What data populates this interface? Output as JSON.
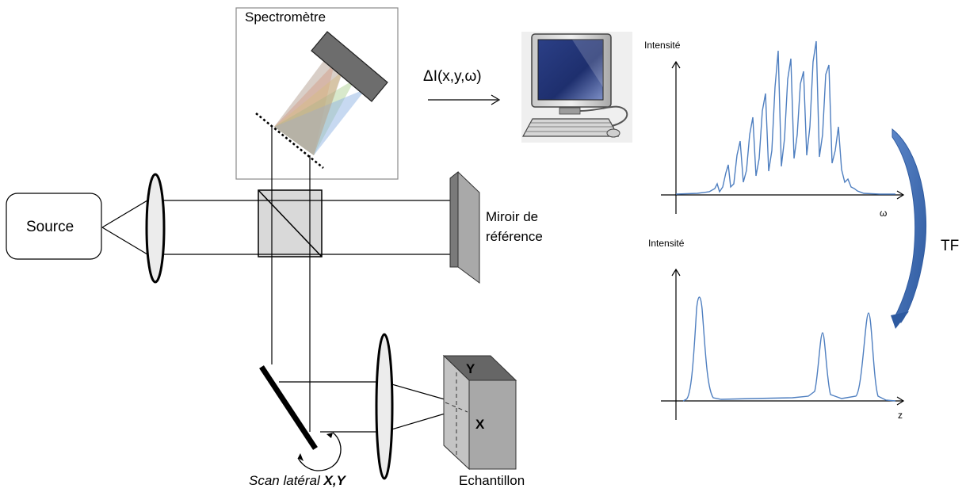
{
  "labels": {
    "spectrometer": "Spectromètre",
    "delta": "ΔI(x,y,ω)",
    "source": "Source",
    "mirror_line1": "Miroir de",
    "mirror_line2": "référence",
    "scan_prefix": "Scan latéral ",
    "scan_axes": "X,Y",
    "sample": "Echantillon",
    "axis_x": "X",
    "axis_y": "Y",
    "tf": "TF",
    "top_plot_ylabel": "Intensité",
    "top_plot_xlabel": "ω",
    "bottom_plot_ylabel": "Intensité",
    "bottom_plot_xlabel": "z"
  },
  "chart_data": [
    {
      "type": "line",
      "title": "",
      "ylabel": "Intensité",
      "xlabel": "ω",
      "series": [
        {
          "description": "spectral interferogram: Gaussian envelope modulated by fringes",
          "x": [
            0,
            0.05,
            0.1,
            0.15,
            0.18,
            0.2,
            0.22,
            0.25,
            0.28,
            0.3,
            0.32,
            0.35,
            0.38,
            0.4,
            0.42,
            0.45,
            0.48,
            0.5,
            0.52,
            0.55,
            0.58,
            0.6,
            0.62,
            0.65,
            0.68,
            0.7,
            0.72,
            0.75,
            0.78,
            0.8,
            0.82,
            0.85,
            0.9,
            0.95,
            1.0
          ],
          "y": [
            0.0,
            0.01,
            0.02,
            0.05,
            0.1,
            0.2,
            0.3,
            0.4,
            0.55,
            0.65,
            0.72,
            0.8,
            0.88,
            0.95,
            0.85,
            0.9,
            0.98,
            0.92,
            0.88,
            0.95,
            1.0,
            0.9,
            0.85,
            0.8,
            0.7,
            0.6,
            0.5,
            0.35,
            0.25,
            0.15,
            0.1,
            0.05,
            0.02,
            0.01,
            0.0
          ]
        }
      ]
    },
    {
      "type": "line",
      "title": "",
      "ylabel": "Intensité",
      "xlabel": "z",
      "series": [
        {
          "description": "A-scan: three reflection peaks after Fourier transform",
          "x": [
            0,
            0.08,
            0.1,
            0.12,
            0.15,
            0.2,
            0.4,
            0.6,
            0.65,
            0.7,
            0.72,
            0.75,
            0.8,
            0.88,
            0.9,
            0.92,
            0.95,
            1.0
          ],
          "y": [
            0.0,
            0.2,
            1.0,
            0.2,
            0.02,
            0.01,
            0.02,
            0.04,
            0.08,
            0.2,
            0.65,
            0.2,
            0.05,
            0.2,
            0.8,
            0.2,
            0.02,
            0.0
          ]
        }
      ]
    }
  ]
}
